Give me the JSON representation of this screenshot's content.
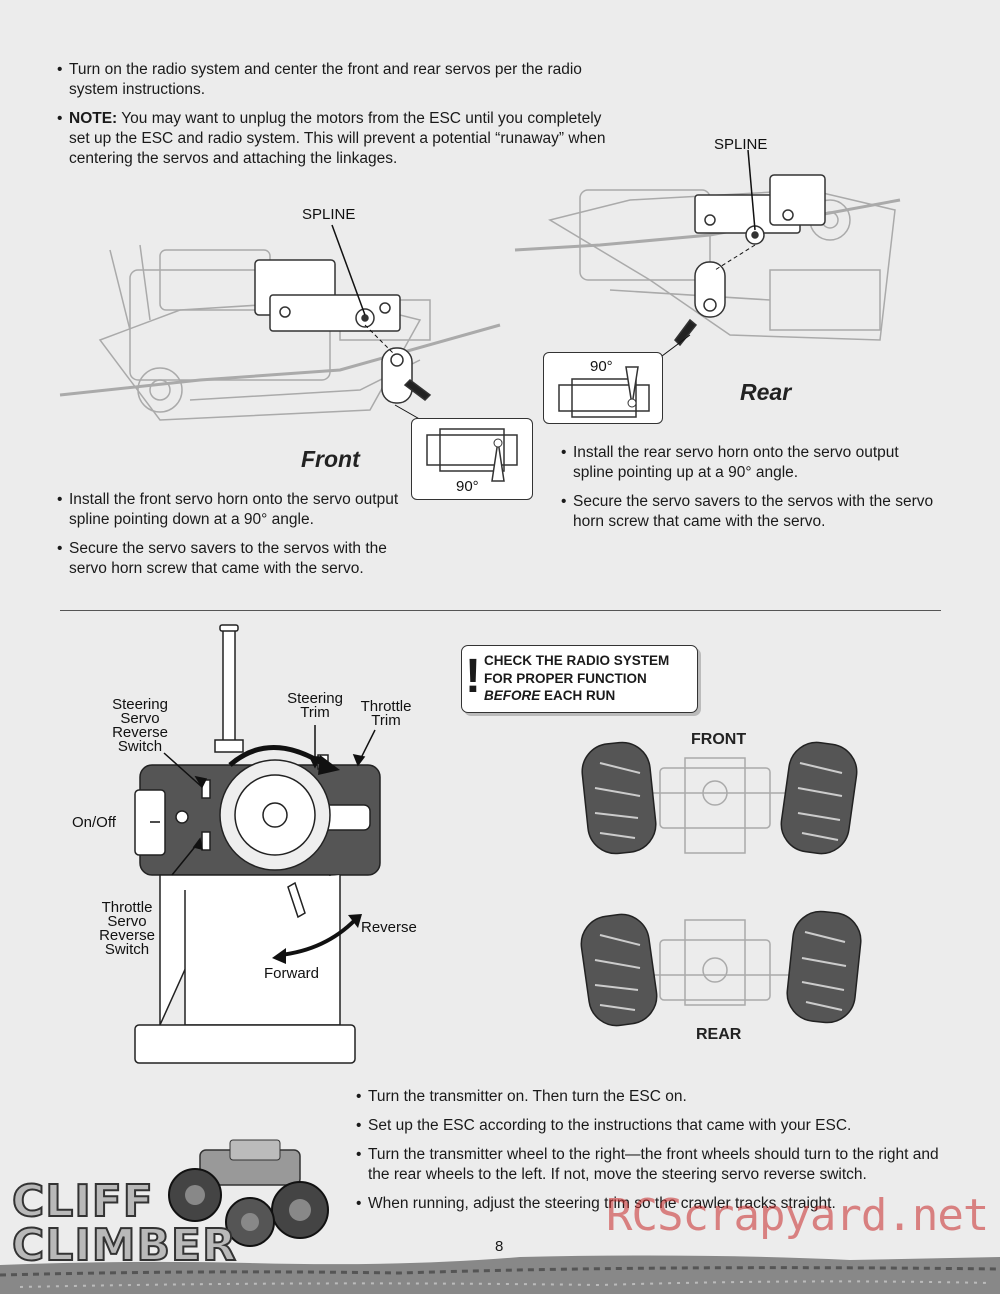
{
  "top_bullets": [
    "Turn on the radio system and center the front and rear servos per the radio system instructions.",
    "You may want to unplug the motors from the ESC until you completely set up the ESC and radio system. This will prevent a potential “runaway” when centering the servos and attaching the linkages."
  ],
  "note_label": "NOTE:",
  "front": {
    "spline_label": "SPLINE",
    "title": "Front",
    "angle_label": "90°",
    "bullets": [
      "Install the front servo horn onto the servo output spline pointing down at a 90° angle.",
      "Secure the servo savers to the servos with the servo horn screw that came with the servo."
    ]
  },
  "rear": {
    "spline_label": "SPLINE",
    "title": "Rear",
    "angle_label": "90°",
    "bullets": [
      "Install the rear servo horn onto the servo output spline pointing up at a 90° angle.",
      "Secure the servo savers to the servos with the servo horn screw that came with the servo."
    ]
  },
  "transmitter": {
    "steering_servo_reverse": "Steering Servo Reverse Switch",
    "steering_trim": "Steering Trim",
    "throttle_trim": "Throttle Trim",
    "on_off": "On/Off",
    "throttle_servo_reverse": "Throttle Servo Reverse Switch",
    "reverse": "Reverse",
    "forward": "Forward"
  },
  "warning": {
    "line1": "CHECK THE RADIO SYSTEM",
    "line2": "FOR PROPER FUNCTION",
    "line3_em": "BEFORE",
    "line3_rest": " EACH RUN"
  },
  "truck": {
    "front_label": "FRONT",
    "rear_label": "REAR"
  },
  "bottom_bullets": [
    "Turn the transmitter on. Then turn the ESC on.",
    "Set up the ESC according to the instructions that came with your ESC.",
    "Turn the transmitter wheel to the right—the front wheels should turn to the right and the rear wheels to the left. If not, move the steering servo reverse switch.",
    "When running, adjust the steering trim so the crawler tracks straight."
  ],
  "page_number": "8",
  "logo_text": "CLIFF CLIMBER",
  "watermark": "RCScrapyard.net"
}
